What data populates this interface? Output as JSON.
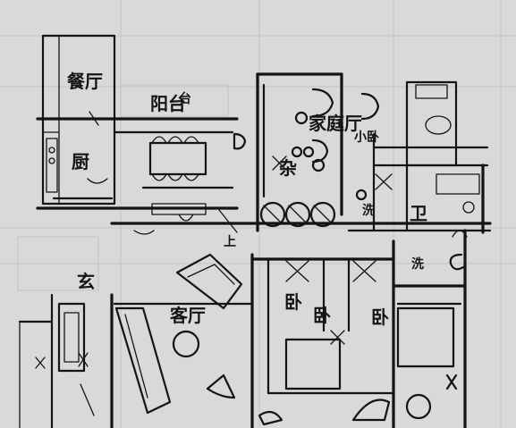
{
  "plan": {
    "title": "",
    "room_labels": [
      {
        "id": "kitchen",
        "text": "厨",
        "size": "lg"
      },
      {
        "id": "dining",
        "text": "餐厅",
        "size": "lg"
      },
      {
        "id": "balcony",
        "text": "阳台",
        "size": "lg"
      },
      {
        "id": "family-room",
        "text": "家庭厅",
        "size": "lg"
      },
      {
        "id": "storage",
        "text": "杂",
        "size": "lg"
      },
      {
        "id": "small-room",
        "text": "小卧",
        "size": "sm"
      },
      {
        "id": "wash",
        "text": "洗",
        "size": "sm"
      },
      {
        "id": "bath",
        "text": "卫",
        "size": "lg"
      },
      {
        "id": "laundry",
        "text": "洗",
        "size": "sm"
      },
      {
        "id": "study",
        "text": "卧",
        "size": "lg"
      },
      {
        "id": "bedroom-2",
        "text": "卧",
        "size": "lg"
      },
      {
        "id": "master-bedroom",
        "text": "卧",
        "size": "lg"
      },
      {
        "id": "living-room",
        "text": "客厅",
        "size": "lg"
      },
      {
        "id": "entry",
        "text": "玄",
        "size": "lg"
      },
      {
        "id": "up",
        "text": "上",
        "size": "sm"
      }
    ],
    "stair_label": "台",
    "colors": {
      "ink": "#141414",
      "paper": "#d9d9d9",
      "grid": "#bdbdbd"
    }
  }
}
